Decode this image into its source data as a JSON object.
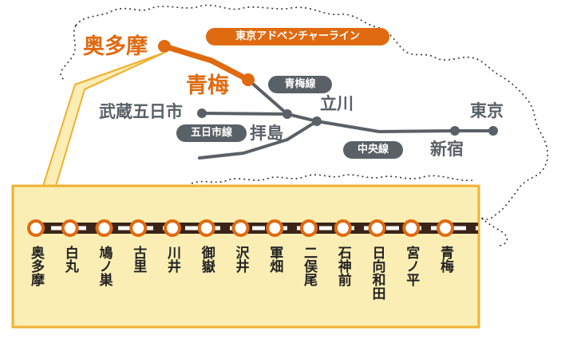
{
  "map": {
    "places": {
      "okutama": "奥多摩",
      "ome": "青梅",
      "musashi_itsukaichi": "武蔵五日市",
      "tachikawa": "立川",
      "haijima": "拝島",
      "shinjuku": "新宿",
      "tokyo": "東京"
    },
    "lines": {
      "adventure": "東京アドベンチャーライン",
      "ome_line": "青梅線",
      "itsukaichi_line": "五日市線",
      "chuo_line": "中央線"
    }
  },
  "stations": [
    "奥多摩",
    "白丸",
    "鳩ノ巣",
    "古里",
    "川井",
    "御嶽",
    "沢井",
    "軍畑",
    "二俣尾",
    "石神前",
    "日向和田",
    "宮ノ平",
    "青梅"
  ],
  "colors": {
    "orange": "#e06a10",
    "gray_line": "#5a6166",
    "callout_fill": "#fbeeb4",
    "callout_border": "#f0b030",
    "track": "#3a2418"
  }
}
